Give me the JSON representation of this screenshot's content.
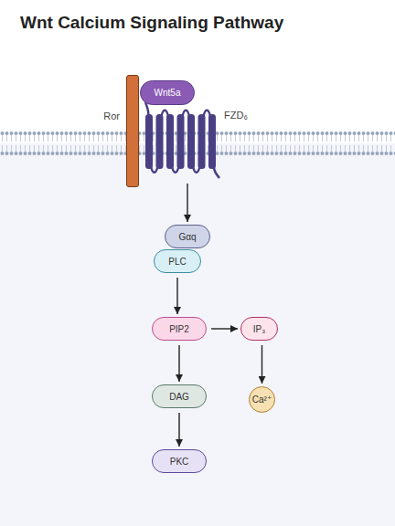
{
  "diagram": {
    "title": "Wnt Calcium Signaling Pathway",
    "nodes": [
      {
        "text": [
          "Ror"
        ]
      },
      {
        "text": [
          "Wnt5a"
        ]
      },
      {
        "text": [
          "FZD₆"
        ]
      },
      {
        "text": [
          "Gαq"
        ]
      },
      {
        "text": [
          "PLC"
        ]
      },
      {
        "text": [
          "PIP2"
        ]
      },
      {
        "text": [
          "IP₃"
        ]
      },
      {
        "text": [
          "DAG"
        ]
      },
      {
        "text": [
          "Ca²⁺"
        ]
      },
      {
        "text": [
          "PKC"
        ]
      }
    ],
    "edges": [
      {
        "from": 2,
        "to": 3,
        "arrow": "to"
      },
      {
        "from": 4,
        "to": 5,
        "arrow": "to"
      },
      {
        "from": 5,
        "to": 6,
        "arrow": "to"
      },
      {
        "from": 5,
        "to": 7,
        "arrow": "to"
      },
      {
        "from": 6,
        "to": 8,
        "arrow": "to"
      },
      {
        "from": 7,
        "to": 9,
        "arrow": "to"
      }
    ]
  }
}
